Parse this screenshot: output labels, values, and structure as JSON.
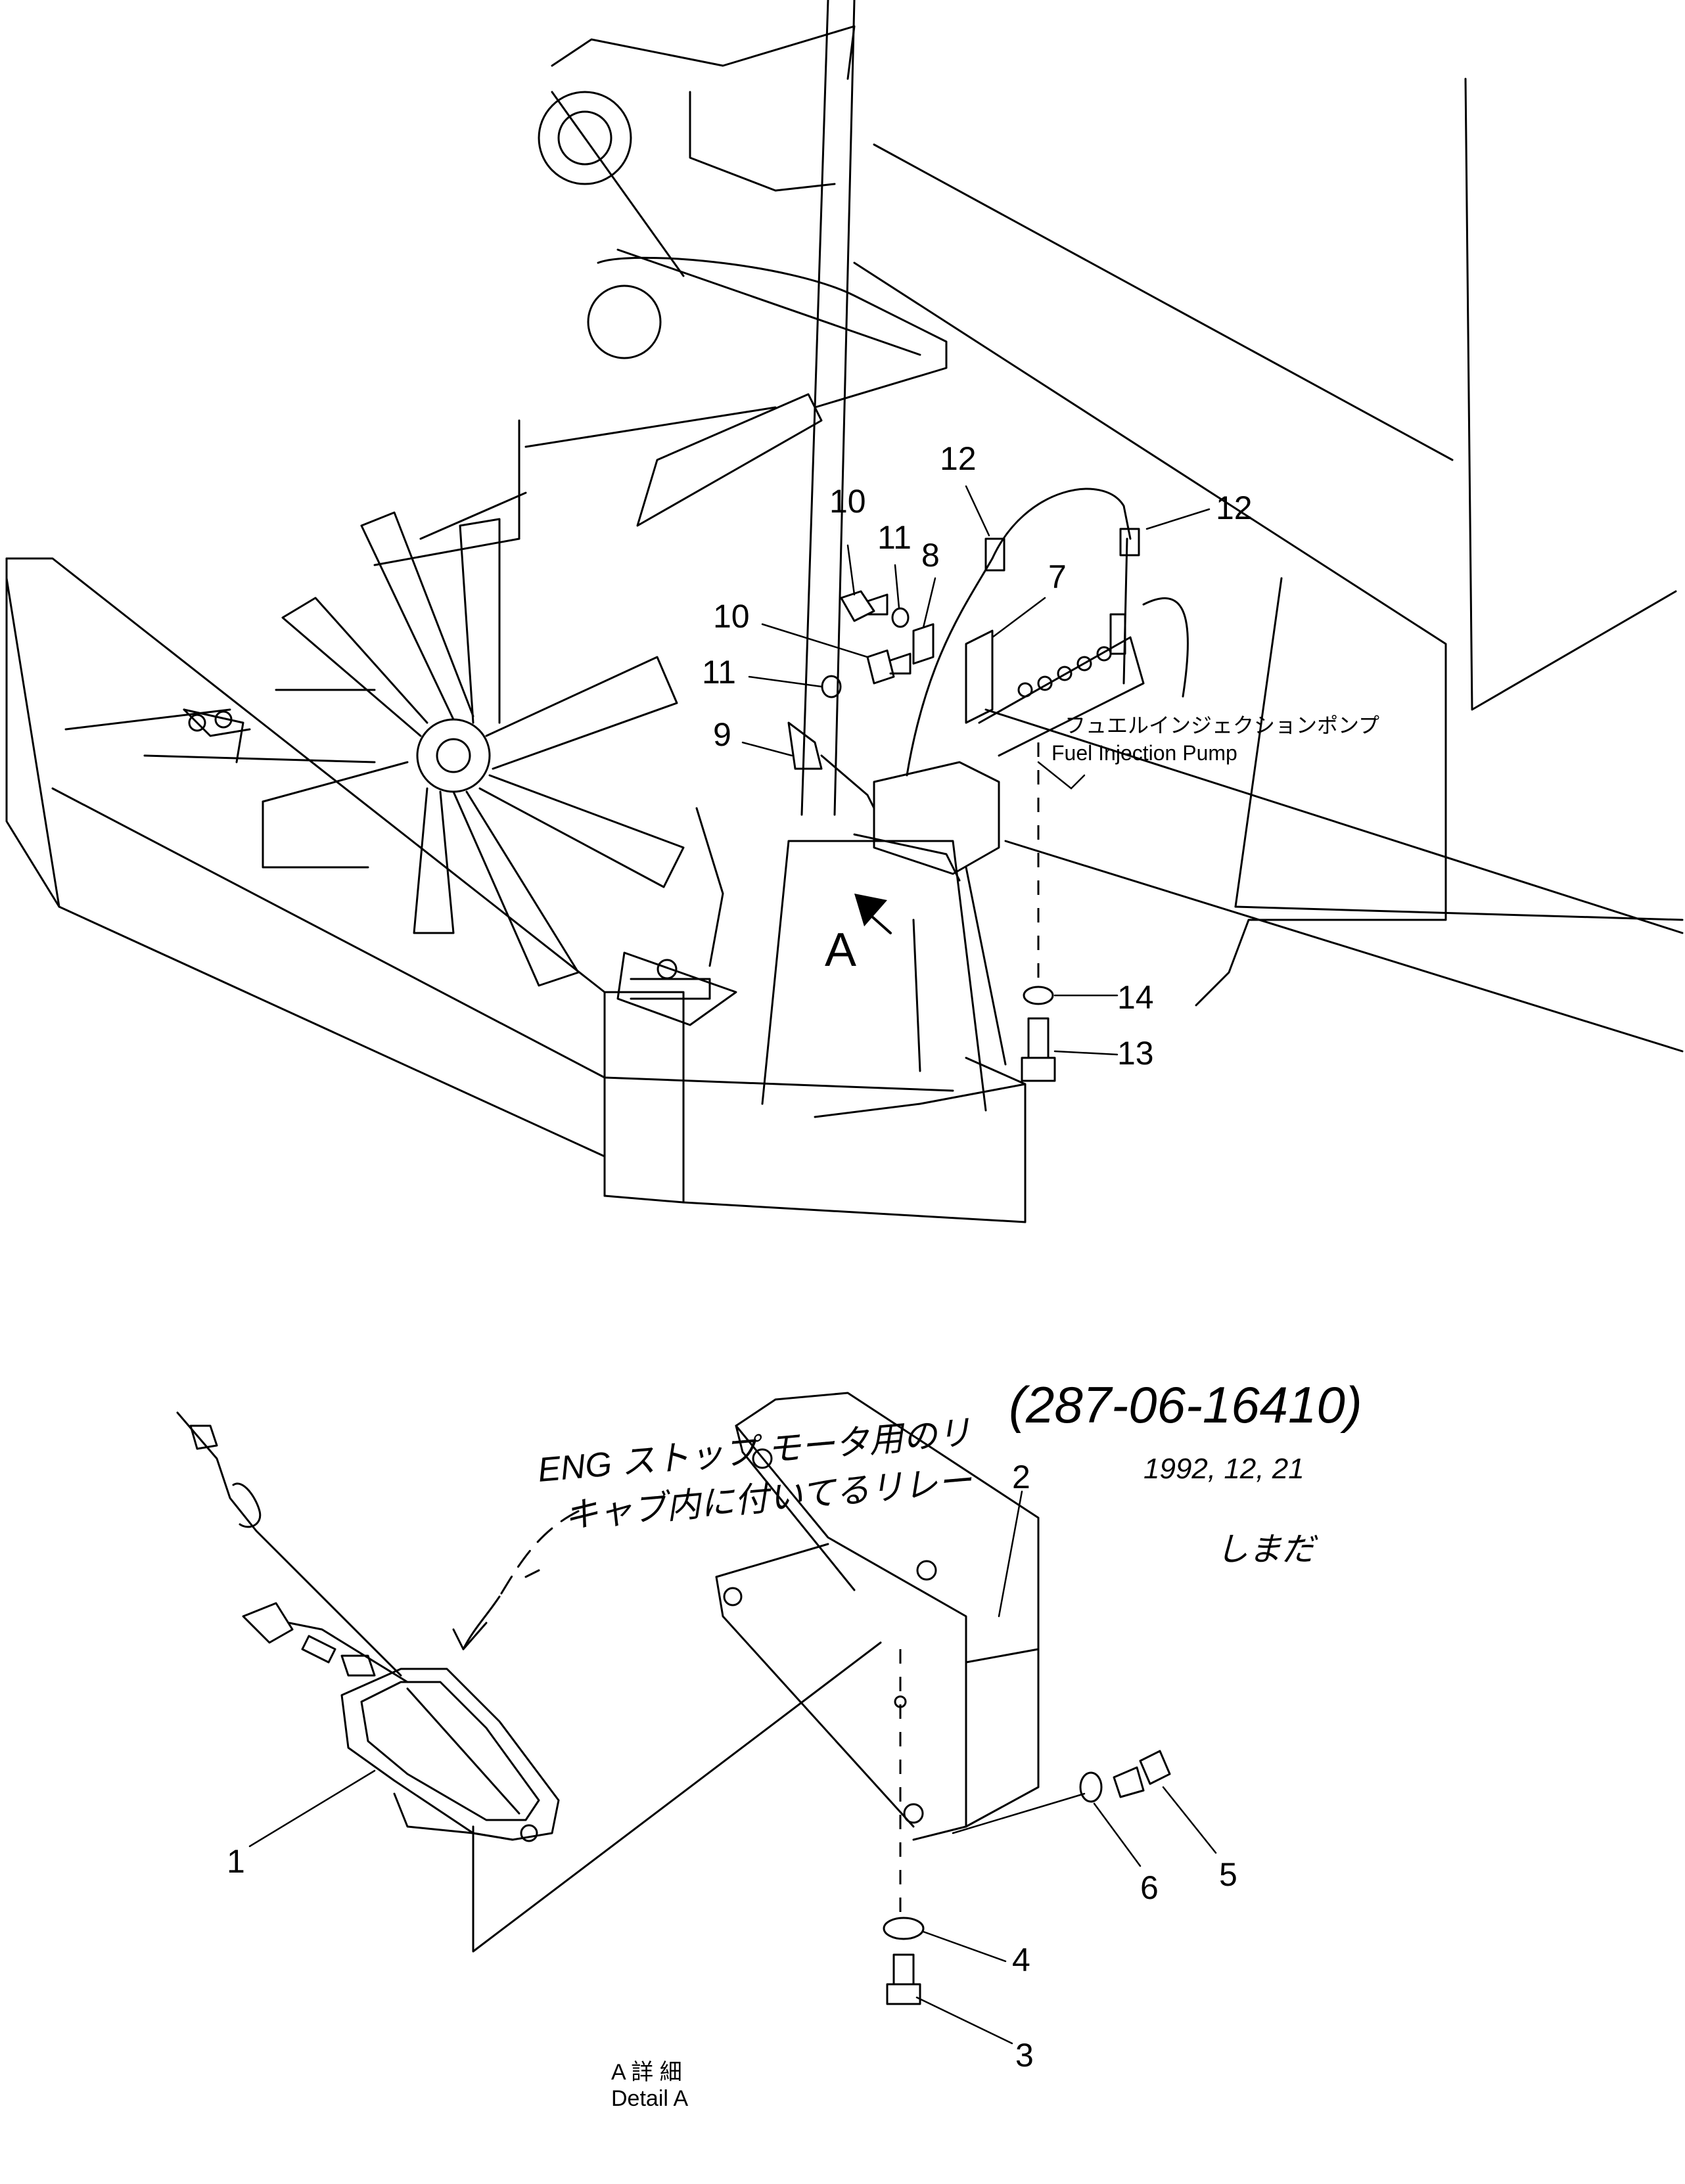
{
  "callouts": {
    "c1": "1",
    "c2": "2",
    "c3": "3",
    "c4": "4",
    "c5": "5",
    "c6": "6",
    "c7": "7",
    "c8": "8",
    "c9": "9",
    "c10a": "10",
    "c10b": "10",
    "c11a": "11",
    "c11b": "11",
    "c12a": "12",
    "c12b": "12",
    "c13": "13",
    "c14": "14"
  },
  "view_marker": "A",
  "pump_label": {
    "jp": "フュエルインジェクションポンプ",
    "en": "Fuel Injection Pump"
  },
  "detail_caption": {
    "jp": "A 詳 細",
    "en": "Detail A"
  },
  "handwritten": {
    "part_number": "(287-06-16410)",
    "date": "1992, 12, 21",
    "signature": "しまだ",
    "note_line1": "ENG ストップ モータ用のリ",
    "note_line2": "キャブ内に付いてるリレー"
  }
}
